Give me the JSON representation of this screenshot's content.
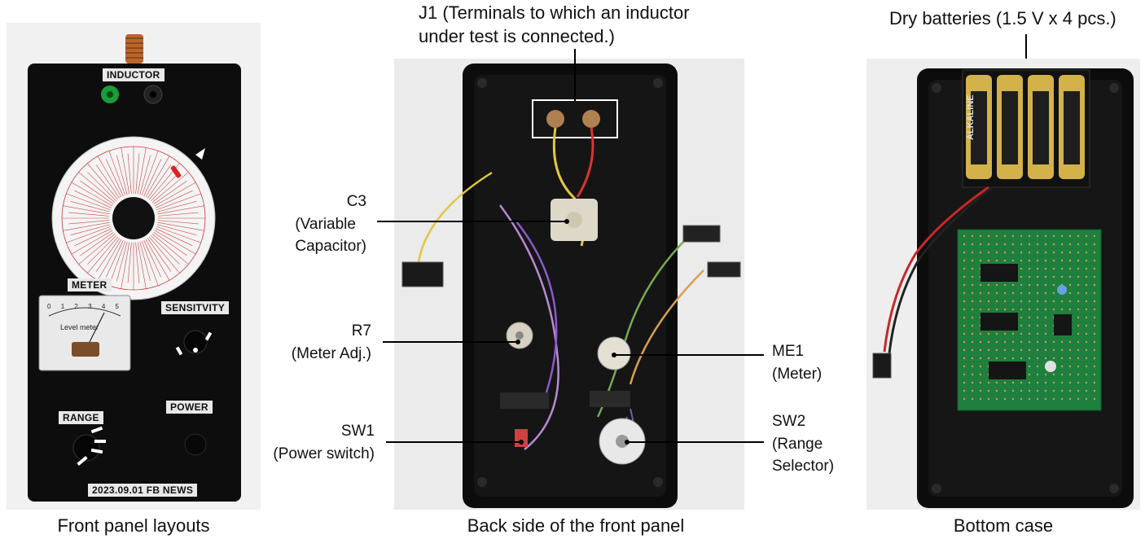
{
  "captions": {
    "front": "Front panel layouts",
    "back": "Back side of the front panel",
    "bottom": "Bottom case"
  },
  "front_panel": {
    "inductor_label": "INDUCTOR",
    "meter_label": "METER",
    "meter_face_text": "Level meter",
    "meter_scale": [
      "0",
      "1",
      "2",
      "3",
      "4",
      "5"
    ],
    "sensitivity_label": "SENSITVITY",
    "range_label": "RANGE",
    "power_label": "POWER",
    "footer": "2023.09.01 FB NEWS"
  },
  "back_panel": {
    "j1_line1": "J1 (Terminals to which an inductor",
    "j1_line2": "under test is connected.)",
    "c3_line1": "C3",
    "c3_line2": "(Variable",
    "c3_line3": "Capacitor)",
    "r7_line1": "R7",
    "r7_line2": "(Meter Adj.)",
    "sw1_line1": "SW1",
    "sw1_line2": "(Power switch)",
    "me1_line1": "ME1",
    "me1_line2": "(Meter)",
    "sw2_line1": "SW2",
    "sw2_line2": "(Range",
    "sw2_line3": "Selector)"
  },
  "bottom_case": {
    "batteries_label": "Dry batteries (1.5 V x 4 pcs.)",
    "battery_text": "ALKALINE"
  }
}
